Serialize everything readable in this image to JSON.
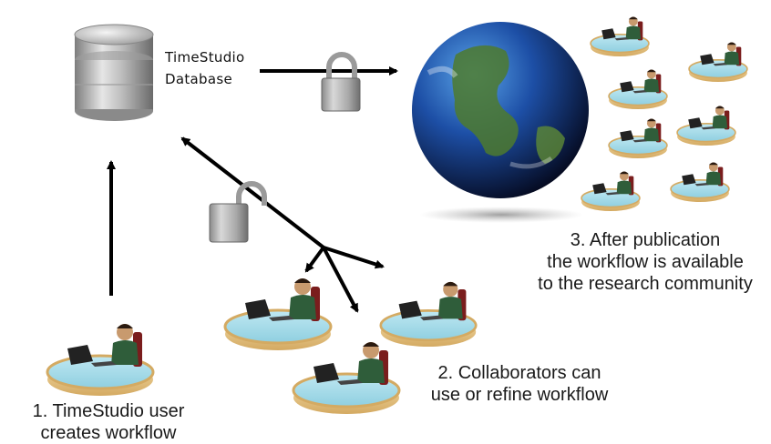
{
  "database": {
    "label_line1": "TimeStudio",
    "label_line2": "Database"
  },
  "steps": {
    "step1": {
      "line1": "1. TimeStudio user",
      "line2": "creates workflow"
    },
    "step2": {
      "line1": "2. Collaborators can",
      "line2": "use or refine workflow"
    },
    "step3": {
      "line1": "3. After publication",
      "line2": "the workflow is available",
      "line3": "to the research community"
    }
  },
  "icons": [
    "database-icon",
    "globe-icon",
    "lock-icon",
    "workstation-icon"
  ],
  "colors": {
    "arrow": "#000000",
    "desk": "#e9c98e",
    "db_silver": "#b8b8b8",
    "ocean": "#1d3f8c",
    "land": "#4d7a2e"
  }
}
